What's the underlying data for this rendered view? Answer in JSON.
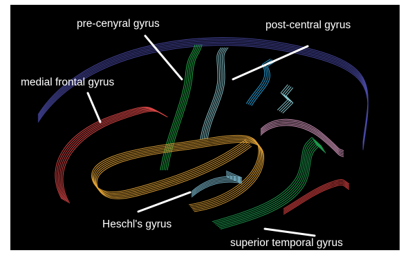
{
  "labels": {
    "precentral": "pre-cenyral gyrus",
    "postcentral": "post-central gyrus",
    "medial_frontal": "medial frontal gyrus",
    "heschl": "Heschl's gyrus",
    "superior_temporal": "superior temporal gyrus"
  },
  "colors": {
    "background": "#000000",
    "label_text": "#ffffff",
    "pointer": "#ffffff",
    "corpus_arc": "#4a4aa8",
    "pre_central_tract": "#22b04a",
    "post_central_tract": "#8ecfd6",
    "post_central_blue": "#2aa8e0",
    "medial_frontal_tract": "#e04848",
    "heschl_orange": "#e8a838",
    "heschl_inner": "#7ab8cc",
    "pink_tract": "#e0a0c8",
    "superior_temporal_green": "#1ea050",
    "superior_temporal_red": "#d84040"
  }
}
